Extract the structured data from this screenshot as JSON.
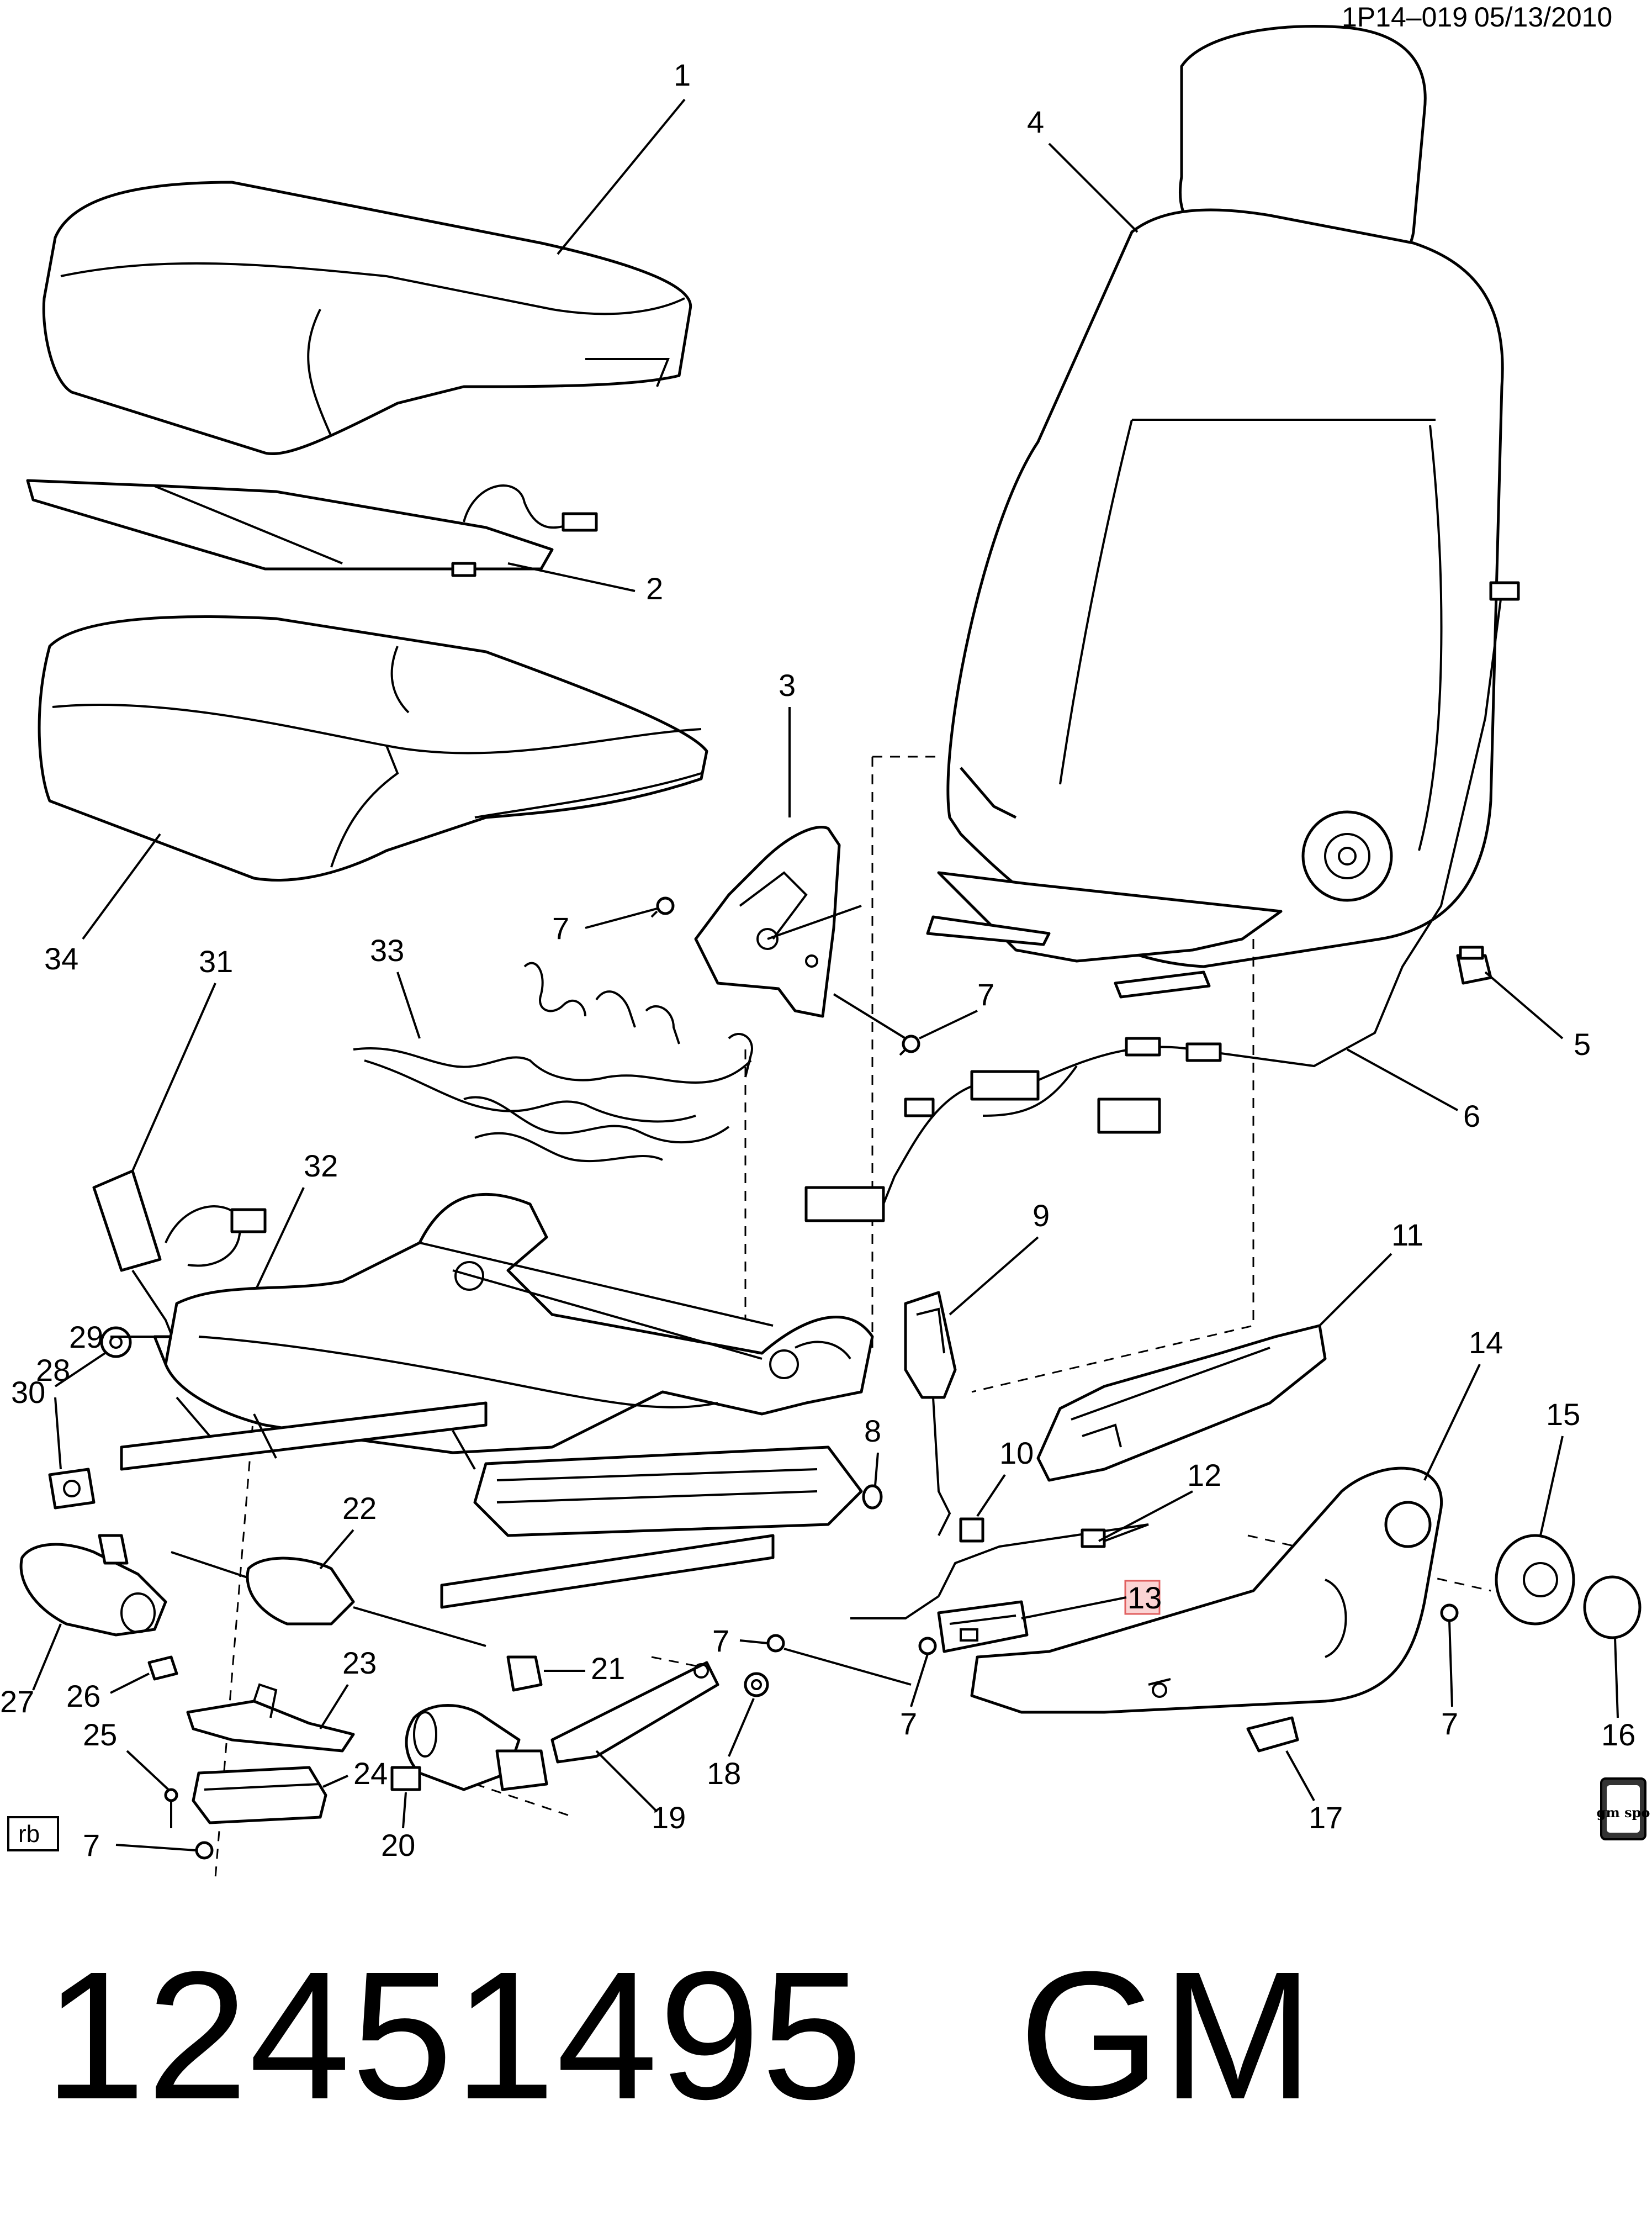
{
  "header": {
    "diagram_id": "1P14–019",
    "date": "05/13/2010"
  },
  "callouts": {
    "c1": "1",
    "c2": "2",
    "c3": "3",
    "c4": "4",
    "c5": "5",
    "c6": "6",
    "c7a": "7",
    "c7b": "7",
    "c7c": "7",
    "c7d": "7",
    "c7e": "7",
    "c7f": "7",
    "c8": "8",
    "c9": "9",
    "c10": "10",
    "c11": "11",
    "c12": "12",
    "c13": "13",
    "c14": "14",
    "c15": "15",
    "c16": "16",
    "c17": "17",
    "c18": "18",
    "c19": "19",
    "c20": "20",
    "c21": "21",
    "c22": "22",
    "c23": "23",
    "c24": "24",
    "c25": "25",
    "c26": "26",
    "c27": "27",
    "c28": "28",
    "c29": "29",
    "c30": "30",
    "c31": "31",
    "c32": "32",
    "c33": "33",
    "c34": "34"
  },
  "highlighted_callout": "13",
  "corner_label": "rb",
  "badge_label": "gm spo",
  "part_number": "12451495   GM",
  "colors": {
    "line": "#000000",
    "highlight_fill": "#fbd4d4",
    "highlight_stroke": "#e06060"
  }
}
